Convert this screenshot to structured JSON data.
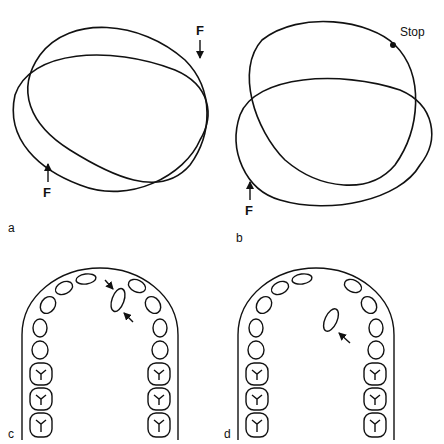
{
  "diagram": {
    "labels": [
      "F",
      "F",
      "a",
      "Stop",
      "F",
      "b",
      "c",
      "d"
    ]
  }
}
